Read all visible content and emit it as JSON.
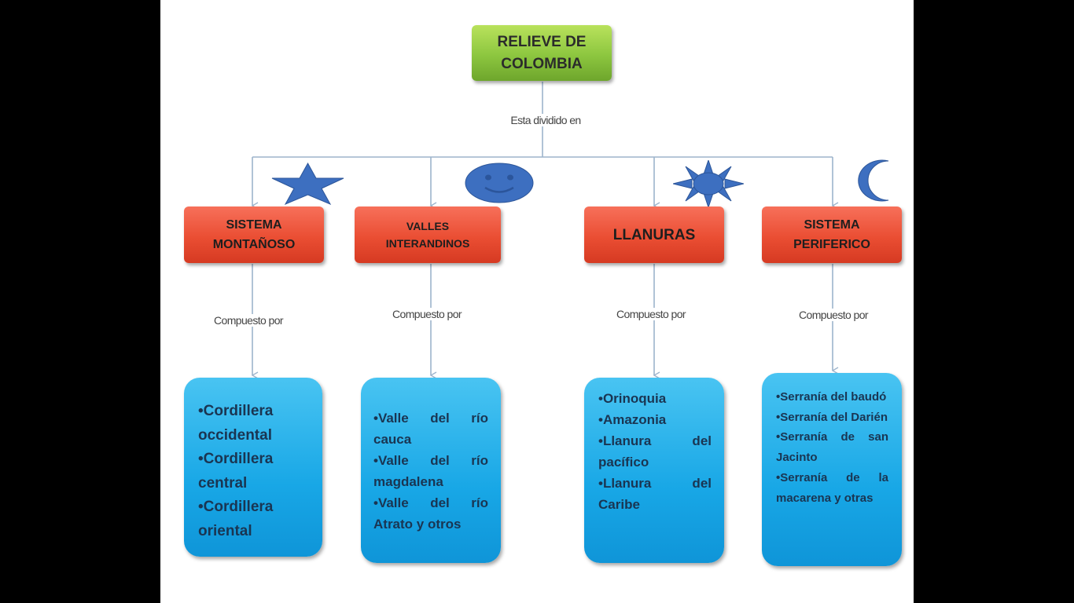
{
  "root": {
    "title": "RELIEVE DE COLOMBIA"
  },
  "connector_labels": {
    "root": "Esta dividido en",
    "compuesto": "Compuesto por"
  },
  "categories": [
    {
      "title": "SISTEMA MONTAÑOSO",
      "icon": "star-icon",
      "items": [
        "•Cordillera occidental",
        "•Cordillera central",
        "•Cordillera oriental"
      ]
    },
    {
      "title": "VALLES INTERANDINOS",
      "icon": "smiley-face-icon",
      "items": [
        "•Valle del río cauca",
        "•Valle del río magdalena",
        "•Valle del río Atrato y otros"
      ]
    },
    {
      "title": "LLANURAS",
      "icon": "sun-icon",
      "items": [
        "•Orinoquia",
        "•Amazonia",
        "•Llanura del pacífico",
        "•Llanura del Caribe"
      ]
    },
    {
      "title": "SISTEMA PERIFERICO",
      "icon": "moon-icon",
      "items": [
        "•Serranía del baudó",
        "•Serranía del Darién",
        "•Serranía de san Jacinto",
        "•Serranía de la macarena y otras"
      ]
    }
  ],
  "colors": {
    "root_box": "#8cc63f",
    "category_box": "#ea4e33",
    "detail_box": "#18a7e6",
    "icon_fill": "#3d6fc0",
    "connector": "#9db4cc"
  }
}
